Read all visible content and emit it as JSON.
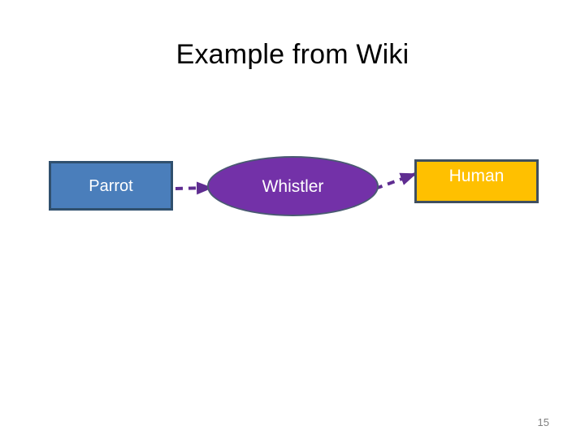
{
  "slide": {
    "title": "Example from Wiki",
    "page_number": "15",
    "background_color": "#ffffff"
  },
  "diagram": {
    "type": "node-link",
    "nodes": [
      {
        "id": "parrot",
        "label": "Parrot",
        "shape": "rectangle",
        "fill_color": "#4a7ebb",
        "border_color": "#30506e",
        "text_color": "#ffffff"
      },
      {
        "id": "whistler",
        "label": "Whistler",
        "shape": "ellipse",
        "fill_color": "#7331a8",
        "border_color": "#4a5a72",
        "text_color": "#ffffff"
      },
      {
        "id": "human",
        "label": "Human",
        "shape": "rectangle",
        "fill_color": "#ffc000",
        "border_color": "#3f4f5f",
        "text_color": "#ffffff"
      }
    ],
    "edges": [
      {
        "id": "parrot-to-whistler",
        "from": "parrot",
        "to": "whistler",
        "style": "dashed",
        "arrow": "end",
        "color": "#5f2d91"
      },
      {
        "id": "whistler-to-human",
        "from": "whistler",
        "to": "human",
        "style": "dashed",
        "arrow": "end",
        "color": "#5f2d91"
      }
    ]
  }
}
